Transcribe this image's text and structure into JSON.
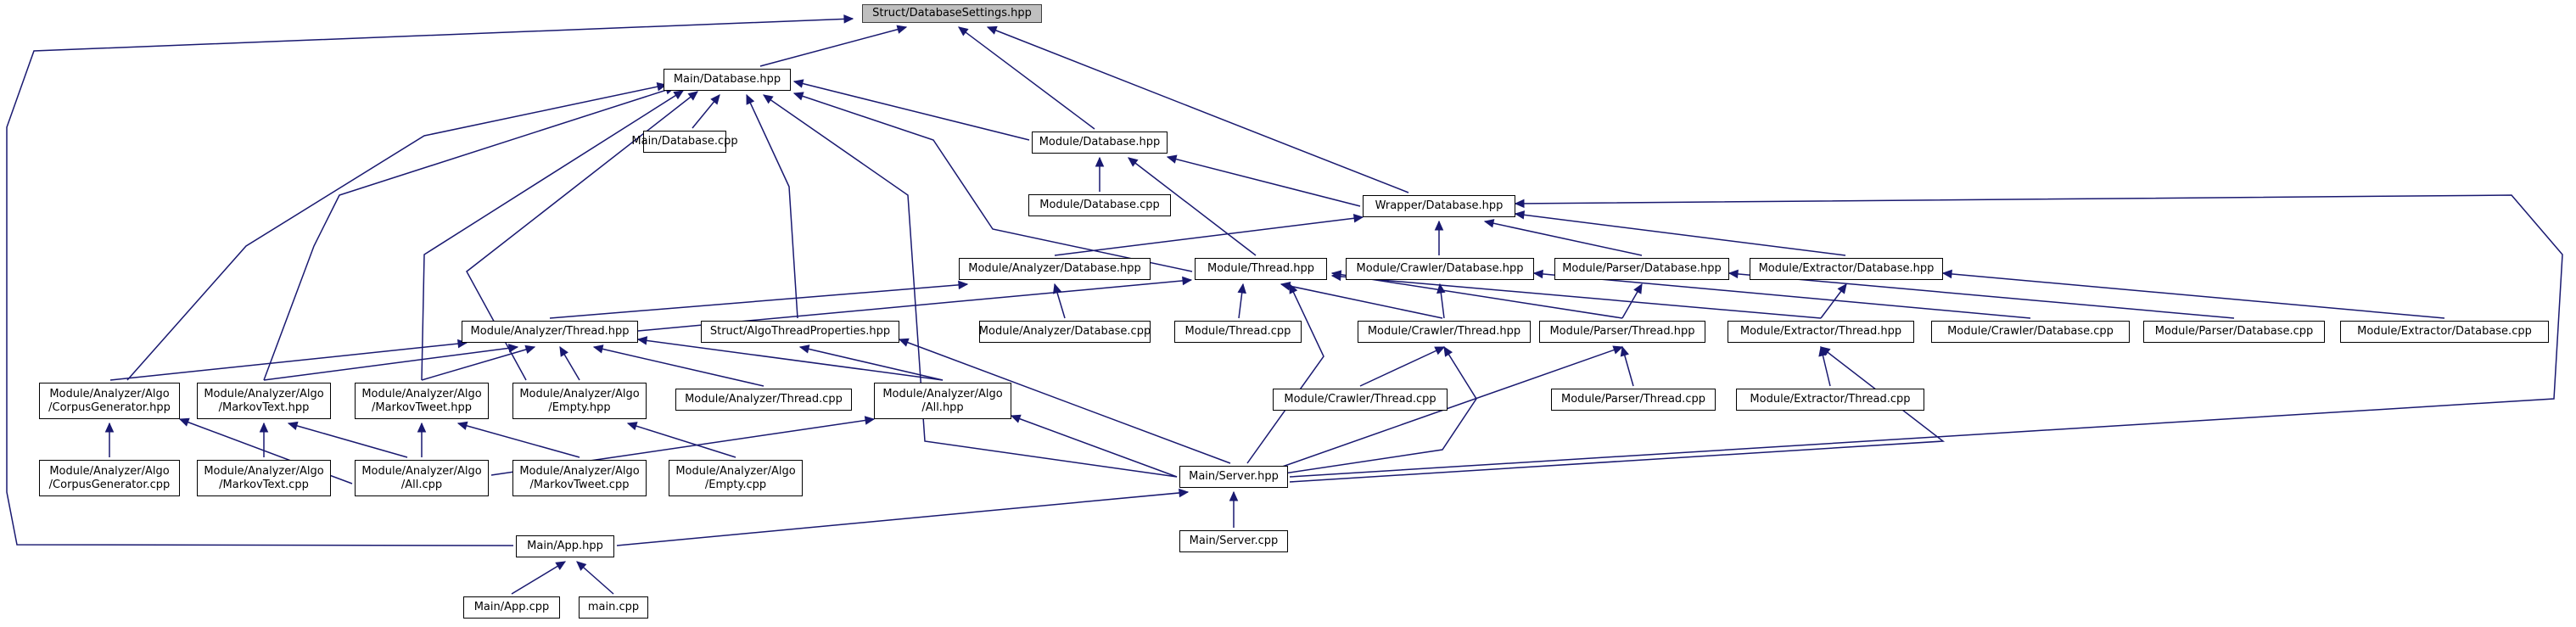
{
  "nodes": [
    {
      "id": "root",
      "lines": [
        "Struct/DatabaseSettings.hpp"
      ],
      "root": true
    },
    {
      "id": "main_db",
      "lines": [
        "Main/Database.hpp"
      ]
    },
    {
      "id": "main_db_cpp",
      "lines": [
        "Main/Database.cpp"
      ]
    },
    {
      "id": "mod_db",
      "lines": [
        "Module/Database.hpp"
      ]
    },
    {
      "id": "mod_db_cpp",
      "lines": [
        "Module/Database.cpp"
      ]
    },
    {
      "id": "wrap_db",
      "lines": [
        "Wrapper/Database.hpp"
      ]
    },
    {
      "id": "mod_an_db",
      "lines": [
        "Module/Analyzer/Database.hpp"
      ]
    },
    {
      "id": "mod_thread",
      "lines": [
        "Module/Thread.hpp"
      ]
    },
    {
      "id": "mod_cr_db",
      "lines": [
        "Module/Crawler/Database.hpp"
      ]
    },
    {
      "id": "mod_pa_db",
      "lines": [
        "Module/Parser/Database.hpp"
      ]
    },
    {
      "id": "mod_ex_db",
      "lines": [
        "Module/Extractor/Database.hpp"
      ]
    },
    {
      "id": "mod_an_thread",
      "lines": [
        "Module/Analyzer/Thread.hpp"
      ]
    },
    {
      "id": "algo_props",
      "lines": [
        "Struct/AlgoThreadProperties.hpp"
      ]
    },
    {
      "id": "mod_an_db_cpp",
      "lines": [
        "Module/Analyzer/Database.cpp"
      ]
    },
    {
      "id": "mod_thread_cpp",
      "lines": [
        "Module/Thread.cpp"
      ]
    },
    {
      "id": "mod_cr_thread",
      "lines": [
        "Module/Crawler/Thread.hpp"
      ]
    },
    {
      "id": "mod_pa_thread",
      "lines": [
        "Module/Parser/Thread.hpp"
      ]
    },
    {
      "id": "mod_ex_thread",
      "lines": [
        "Module/Extractor/Thread.hpp"
      ]
    },
    {
      "id": "mod_cr_db_cpp",
      "lines": [
        "Module/Crawler/Database.cpp"
      ]
    },
    {
      "id": "mod_pa_db_cpp",
      "lines": [
        "Module/Parser/Database.cpp"
      ]
    },
    {
      "id": "mod_ex_db_cpp",
      "lines": [
        "Module/Extractor/Database.cpp"
      ]
    },
    {
      "id": "corpus_hpp",
      "lines": [
        "Module/Analyzer/Algo",
        "/CorpusGenerator.hpp"
      ]
    },
    {
      "id": "markovtext_hpp",
      "lines": [
        "Module/Analyzer/Algo",
        "/MarkovText.hpp"
      ]
    },
    {
      "id": "markovtweet_hpp",
      "lines": [
        "Module/Analyzer/Algo",
        "/MarkovTweet.hpp"
      ]
    },
    {
      "id": "empty_hpp",
      "lines": [
        "Module/Analyzer/Algo",
        "/Empty.hpp"
      ]
    },
    {
      "id": "an_thread_cpp",
      "lines": [
        "Module/Analyzer/Thread.cpp"
      ]
    },
    {
      "id": "all_hpp",
      "lines": [
        "Module/Analyzer/Algo",
        "/All.hpp"
      ]
    },
    {
      "id": "cr_thread_cpp",
      "lines": [
        "Module/Crawler/Thread.cpp"
      ]
    },
    {
      "id": "pa_thread_cpp",
      "lines": [
        "Module/Parser/Thread.cpp"
      ]
    },
    {
      "id": "ex_thread_cpp",
      "lines": [
        "Module/Extractor/Thread.cpp"
      ]
    },
    {
      "id": "corpus_cpp",
      "lines": [
        "Module/Analyzer/Algo",
        "/CorpusGenerator.cpp"
      ]
    },
    {
      "id": "markovtext_cpp",
      "lines": [
        "Module/Analyzer/Algo",
        "/MarkovText.cpp"
      ]
    },
    {
      "id": "all_cpp",
      "lines": [
        "Module/Analyzer/Algo",
        "/All.cpp"
      ]
    },
    {
      "id": "markovtweet_cpp",
      "lines": [
        "Module/Analyzer/Algo",
        "/MarkovTweet.cpp"
      ]
    },
    {
      "id": "empty_cpp",
      "lines": [
        "Module/Analyzer/Algo",
        "/Empty.cpp"
      ]
    },
    {
      "id": "main_server",
      "lines": [
        "Main/Server.hpp"
      ]
    },
    {
      "id": "main_server_cpp",
      "lines": [
        "Main/Server.cpp"
      ]
    },
    {
      "id": "main_app",
      "lines": [
        "Main/App.hpp"
      ]
    },
    {
      "id": "main_app_cpp",
      "lines": [
        "Main/App.cpp"
      ]
    },
    {
      "id": "main_cpp",
      "lines": [
        "main.cpp"
      ]
    }
  ],
  "edges": [
    [
      "root",
      "main_db"
    ],
    [
      "root",
      "mod_db"
    ],
    [
      "root",
      "wrap_db"
    ],
    [
      "root",
      "main_app"
    ],
    [
      "main_db",
      "main_db_cpp"
    ],
    [
      "main_db",
      "mod_db"
    ],
    [
      "main_db",
      "mod_thread"
    ],
    [
      "main_db",
      "algo_props"
    ],
    [
      "main_db",
      "main_server"
    ],
    [
      "main_db",
      "corpus_hpp"
    ],
    [
      "main_db",
      "markovtext_hpp"
    ],
    [
      "main_db",
      "markovtweet_hpp"
    ],
    [
      "main_db",
      "empty_hpp"
    ],
    [
      "mod_db",
      "mod_db_cpp"
    ],
    [
      "mod_db",
      "wrap_db"
    ],
    [
      "mod_db",
      "mod_thread"
    ],
    [
      "wrap_db",
      "mod_an_db"
    ],
    [
      "wrap_db",
      "mod_cr_db"
    ],
    [
      "wrap_db",
      "mod_pa_db"
    ],
    [
      "wrap_db",
      "mod_ex_db"
    ],
    [
      "wrap_db",
      "main_server"
    ],
    [
      "mod_an_db",
      "mod_an_db_cpp"
    ],
    [
      "mod_an_db",
      "mod_an_thread"
    ],
    [
      "mod_thread",
      "mod_an_thread"
    ],
    [
      "mod_thread",
      "mod_thread_cpp"
    ],
    [
      "mod_thread",
      "mod_cr_thread"
    ],
    [
      "mod_thread",
      "mod_pa_thread"
    ],
    [
      "mod_thread",
      "mod_ex_thread"
    ],
    [
      "mod_thread",
      "main_server"
    ],
    [
      "mod_cr_db",
      "mod_cr_thread"
    ],
    [
      "mod_cr_db",
      "mod_cr_db_cpp"
    ],
    [
      "mod_pa_db",
      "mod_pa_thread"
    ],
    [
      "mod_pa_db",
      "mod_pa_db_cpp"
    ],
    [
      "mod_ex_db",
      "mod_ex_thread"
    ],
    [
      "mod_ex_db",
      "mod_ex_db_cpp"
    ],
    [
      "mod_an_thread",
      "corpus_hpp"
    ],
    [
      "mod_an_thread",
      "markovtext_hpp"
    ],
    [
      "mod_an_thread",
      "markovtweet_hpp"
    ],
    [
      "mod_an_thread",
      "empty_hpp"
    ],
    [
      "mod_an_thread",
      "an_thread_cpp"
    ],
    [
      "mod_an_thread",
      "all_hpp"
    ],
    [
      "algo_props",
      "all_hpp"
    ],
    [
      "algo_props",
      "main_server"
    ],
    [
      "mod_cr_thread",
      "cr_thread_cpp"
    ],
    [
      "mod_cr_thread",
      "main_server"
    ],
    [
      "mod_pa_thread",
      "pa_thread_cpp"
    ],
    [
      "mod_pa_thread",
      "main_server"
    ],
    [
      "mod_ex_thread",
      "ex_thread_cpp"
    ],
    [
      "mod_ex_thread",
      "main_server"
    ],
    [
      "corpus_hpp",
      "corpus_cpp"
    ],
    [
      "corpus_hpp",
      "all_cpp"
    ],
    [
      "markovtext_hpp",
      "markovtext_cpp"
    ],
    [
      "markovtext_hpp",
      "all_cpp"
    ],
    [
      "markovtweet_hpp",
      "all_cpp"
    ],
    [
      "markovtweet_hpp",
      "markovtweet_cpp"
    ],
    [
      "empty_hpp",
      "empty_cpp"
    ],
    [
      "all_hpp",
      "all_cpp"
    ],
    [
      "all_hpp",
      "main_server"
    ],
    [
      "main_server",
      "main_server_cpp"
    ],
    [
      "main_server",
      "main_app"
    ],
    [
      "main_app",
      "main_app_cpp"
    ],
    [
      "main_app",
      "main_cpp"
    ]
  ]
}
